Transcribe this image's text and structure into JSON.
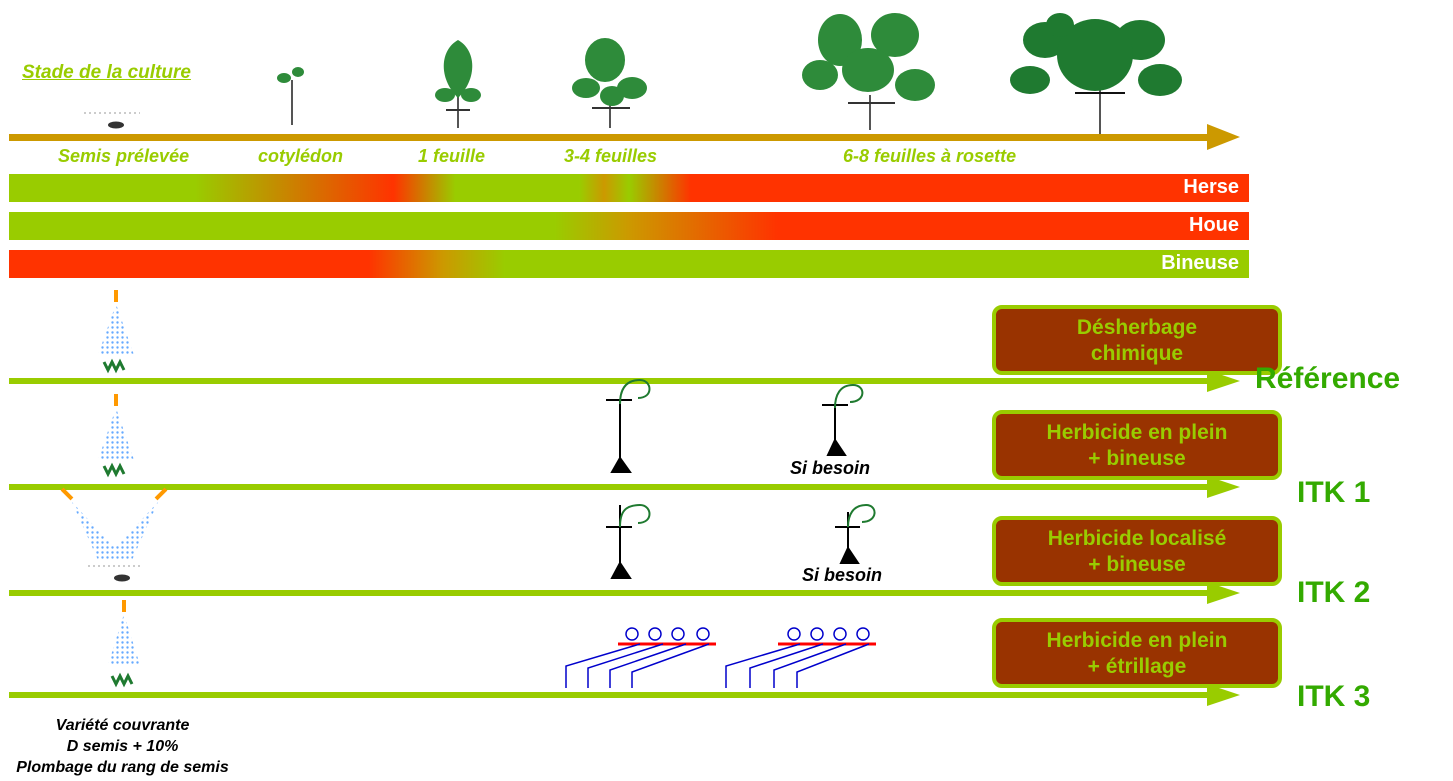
{
  "stage_title": "Stade de la culture",
  "stages": [
    "Semis prélevée",
    "cotylédon",
    "1 feuille",
    "3-4 feuilles",
    "6-8 feuilles à rosette"
  ],
  "tools": [
    {
      "label": "Herse",
      "id": "herse"
    },
    {
      "label": "Houe",
      "id": "houe"
    },
    {
      "label": "Bineuse",
      "id": "bineuse"
    }
  ],
  "strategies": [
    {
      "box": [
        "Désherbage",
        "chimique"
      ],
      "name": "Référence"
    },
    {
      "box": [
        "Herbicide en plein",
        "+ bineuse"
      ],
      "name": "ITK 1"
    },
    {
      "box": [
        "Herbicide localisé",
        "+ bineuse"
      ],
      "name": "ITK 2"
    },
    {
      "box": [
        "Herbicide en plein",
        "+ étrillage"
      ],
      "name": "ITK 3"
    }
  ],
  "si_besoin": "Si besoin",
  "notes": [
    "Variété couvrante",
    "D semis + 10%",
    "Plombage du rang de semis"
  ],
  "colors": {
    "green": "#99cc00",
    "red": "#ff3300",
    "brown": "#993300",
    "arrow_gold": "#cc9900",
    "itk_green": "#33aa00"
  }
}
